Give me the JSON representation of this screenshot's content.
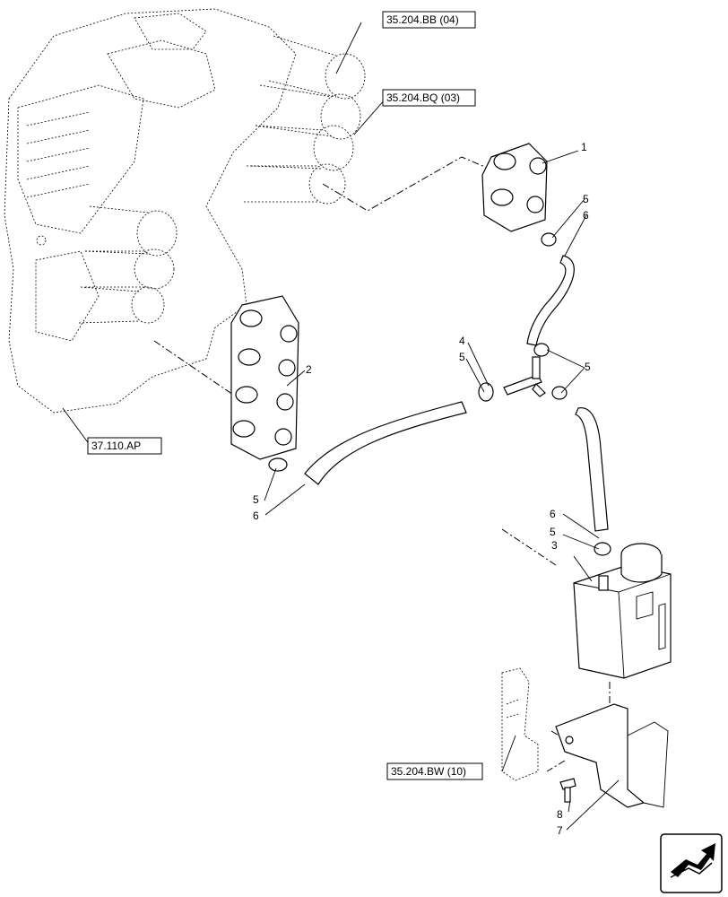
{
  "references": {
    "bb": "35.204.BB (04)",
    "bq": "35.204.BQ (03)",
    "ap": "37.110.AP",
    "bw": "35.204.BW (10)"
  },
  "callouts": {
    "c1": "1",
    "c2": "2",
    "c3": "3",
    "c4": "4",
    "c5a": "5",
    "c6a": "6",
    "c5b": "5",
    "c5c": "5",
    "c5d": "5",
    "c6b": "6",
    "c5e": "5",
    "c6c": "6",
    "c7": "7",
    "c8": "8"
  },
  "icons": {
    "nav": "arrow-navigation-icon"
  }
}
